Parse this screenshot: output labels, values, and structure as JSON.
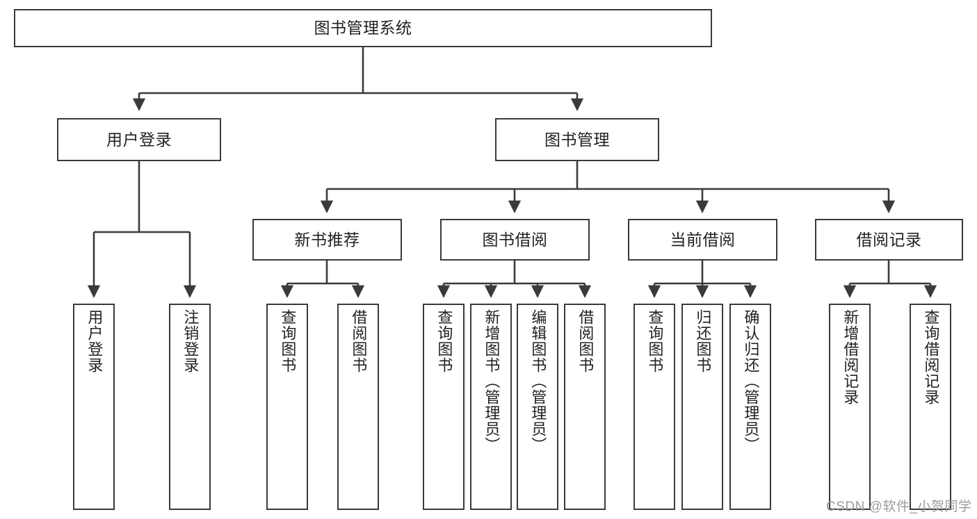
{
  "diagram": {
    "title": "图书管理系统",
    "type": "tree-hierarchy",
    "watermark": "CSDN @软件_小贺同学",
    "colors": {
      "stroke": "#3a3a3a",
      "fill": "#ffffff",
      "text": "#222222",
      "watermark": "#9b9b9b"
    },
    "root": {
      "label": "图书管理系统"
    },
    "level2": [
      {
        "label": "用户登录"
      },
      {
        "label": "图书管理"
      }
    ],
    "level3": [
      {
        "label": "新书推荐"
      },
      {
        "label": "图书借阅"
      },
      {
        "label": "当前借阅"
      },
      {
        "label": "借阅记录"
      }
    ],
    "leaves": {
      "user_login": [
        {
          "label": "用户登录"
        },
        {
          "label": "注销登录"
        }
      ],
      "new_book": [
        {
          "label": "查询图书"
        },
        {
          "label": "借阅图书"
        }
      ],
      "book_borrow": [
        {
          "label": "查询图书"
        },
        {
          "label": "新增图书（管理员）"
        },
        {
          "label": "编辑图书（管理员）"
        },
        {
          "label": "借阅图书"
        }
      ],
      "current_borrow": [
        {
          "label": "查询图书"
        },
        {
          "label": "归还图书"
        },
        {
          "label": "确认归还（管理员）"
        }
      ],
      "borrow_record": [
        {
          "label": "新增借阅记录"
        },
        {
          "label": "查询借阅记录"
        }
      ]
    }
  }
}
